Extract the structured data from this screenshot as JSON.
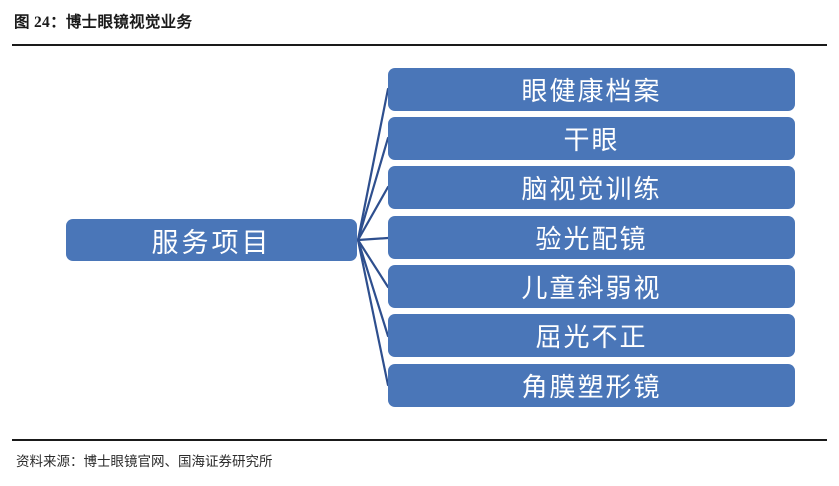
{
  "header": {
    "figure_label": "图 24：",
    "title": "博士眼镜视觉业务",
    "full_title": "图 24：博士眼镜视觉业务"
  },
  "footer": {
    "source": "资料来源：博士眼镜官网、国海证券研究所"
  },
  "colors": {
    "node_fill": "#4a76b8",
    "node_text": "#ffffff",
    "connector": "#2e4f8e",
    "rule": "#1a1a1a",
    "background": "#ffffff"
  },
  "diagram": {
    "type": "tree",
    "root": {
      "label": "服务项目"
    },
    "leaves": [
      {
        "label": "眼健康档案"
      },
      {
        "label": "干眼"
      },
      {
        "label": "脑视觉训练"
      },
      {
        "label": "验光配镜"
      },
      {
        "label": "儿童斜弱视"
      },
      {
        "label": "屈光不正"
      },
      {
        "label": "角膜塑形镜"
      }
    ]
  }
}
